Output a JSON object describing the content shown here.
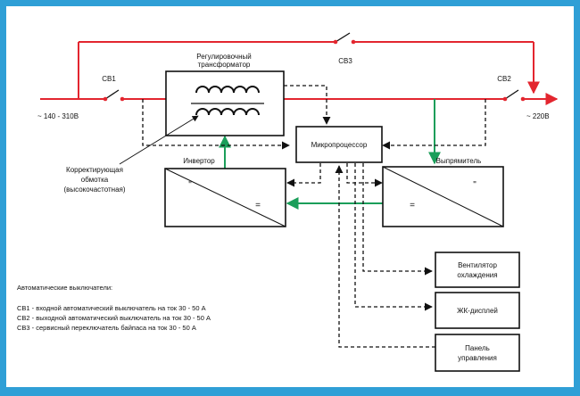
{
  "colors": {
    "frame": "#2f9fd6",
    "power": "#e3262f",
    "signal": "#1b9e5a",
    "line": "#111111"
  },
  "labels": {
    "sv1": "СВ1",
    "sv2": "СВ2",
    "sv3": "СВ3",
    "input_voltage": "~ 140 - 310В",
    "output_voltage": "~ 220В",
    "transformer": [
      "Регулировочный",
      "трансформатор"
    ],
    "winding": [
      "Корректирующая",
      "обмотка",
      "(высокочастотная)"
    ],
    "inverter": "Инвертор",
    "rectifier": "Выпрямитель",
    "microprocessor": "Микропроцессор",
    "fan": [
      "Вентилятор",
      "охлаждения"
    ],
    "lcd": "ЖК-дисплей",
    "panel": [
      "Панель",
      "управления"
    ],
    "inverter_ac": "\"",
    "inverter_dc": "=",
    "rectifier_ac": "\"",
    "rectifier_dc": "="
  },
  "legend": {
    "title": "Автоматические выключатели:",
    "items": [
      "СВ1 - входной автоматический выключатель на ток 30 - 50 А",
      "СВ2 - выходной автоматический выключатель на ток 30 - 50 А",
      "СВ3 - сервисный переключатель байпаса на ток 30 - 50 А"
    ]
  }
}
